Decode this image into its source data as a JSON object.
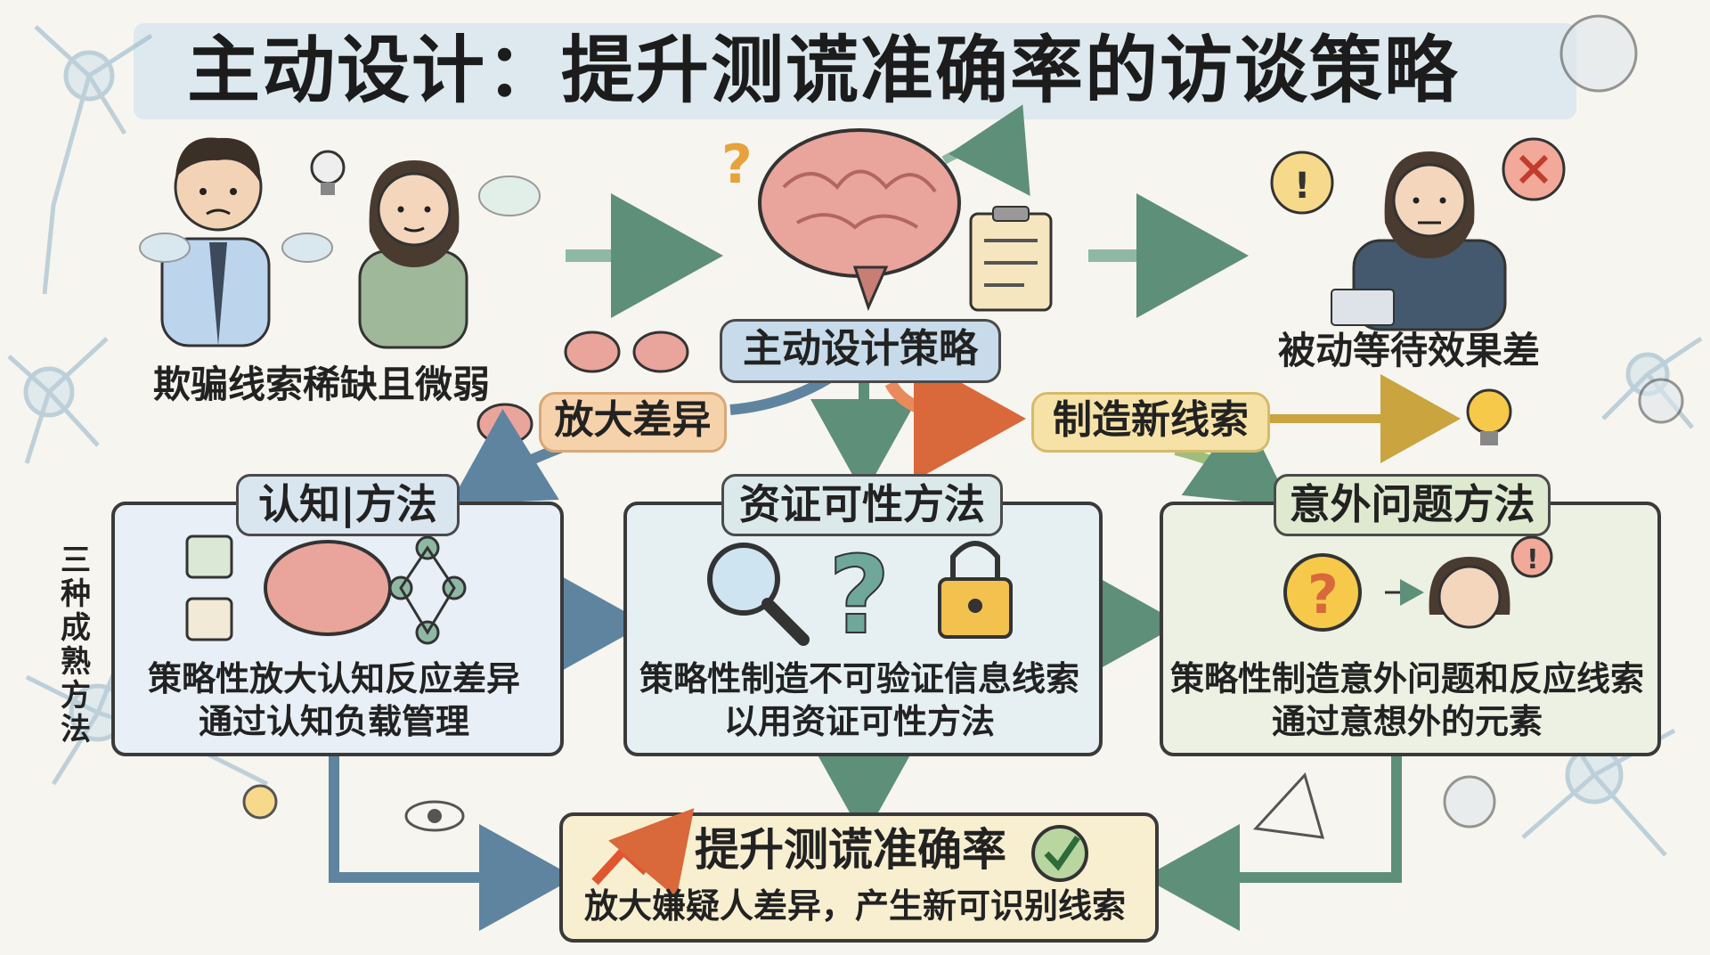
{
  "title": "主动设计：提升测谎准确率的访谈策略",
  "top_row": {
    "left_caption": "欺骗线索稀缺且微弱",
    "center_label": "主动设计策略",
    "right_caption": "被动等待效果差"
  },
  "branch_labels": {
    "left": "放大差异",
    "right": "制造新线索"
  },
  "side_label": "三种成熟方法",
  "methods": [
    {
      "title": "认知|方法",
      "line1": "策略性放大认知反应差异",
      "line2": "通过认知负载管理"
    },
    {
      "title": "资证可性方法",
      "line1": "策略性制造不可验证信息线索",
      "line2": "以用资证可性方法"
    },
    {
      "title": "意外问题方法",
      "line1": "策略性制造意外问题和反应线索",
      "line2": "通过意想外的元素"
    }
  ],
  "result": {
    "title": "提升测谎准确率",
    "subtitle": "放大嫌疑人差异，产生新可识别线索"
  },
  "colors": {
    "title_band": "#dde9ee",
    "method_box_1": "#e8eff6",
    "method_box_2": "#e6f0f2",
    "method_box_3": "#ecf1e4",
    "result_box": "#f8efd1",
    "strategy_pill": "#c7dbea",
    "amplify_pill": "#f6d2aa",
    "newcue_pill": "#f6e2a6",
    "arrow_green": "#8fb8a4",
    "arrow_orange": "#e98a5c",
    "brain_pink": "#e9a49c"
  }
}
